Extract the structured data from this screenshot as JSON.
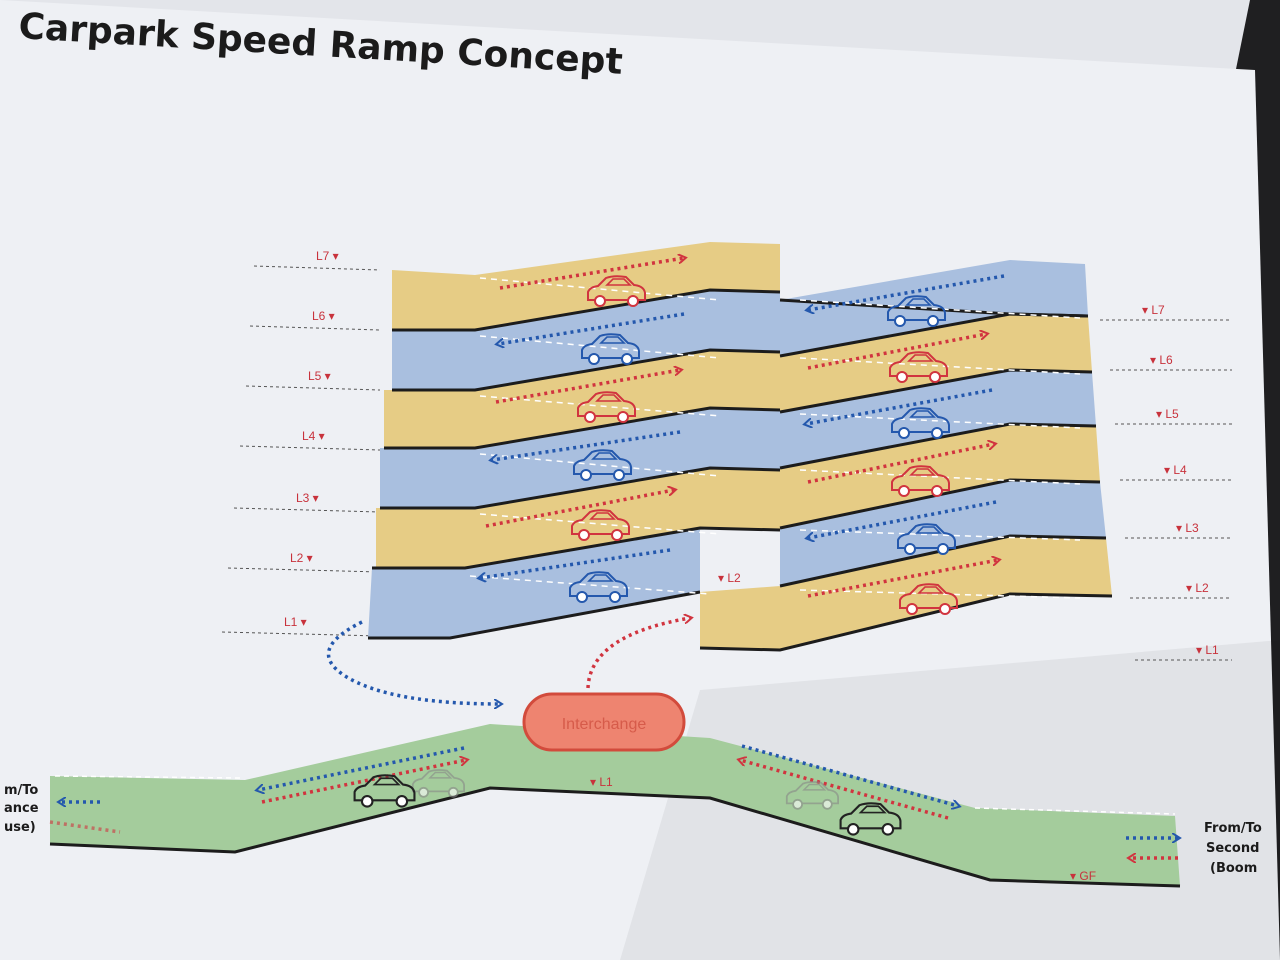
{
  "title": "Carpark Speed Ramp Concept",
  "levels": [
    "L1",
    "L2",
    "L3",
    "L4",
    "L5",
    "L6",
    "L7"
  ],
  "ground_labels": {
    "mid_level": "L1",
    "ground": "GF"
  },
  "interchange_label": "Interchange",
  "side_labels": {
    "left": [
      "m/To",
      "ance",
      "use)"
    ],
    "right": [
      "From/To",
      "Second",
      "(Boom"
    ]
  },
  "colors": {
    "paper": "#eef0f4",
    "yellow_band": "#e6cc85",
    "blue_band": "#a9bfdf",
    "green_band": "#a4cc9c",
    "red_arrow": "#d1343f",
    "blue_arrow": "#2458ad",
    "marker_red": "#c8323c",
    "interchange_fill": "#ee8470",
    "interchange_border": "#d24b3c"
  },
  "icons": [
    "car-icon",
    "level-marker-icon",
    "arrow-icon"
  ]
}
